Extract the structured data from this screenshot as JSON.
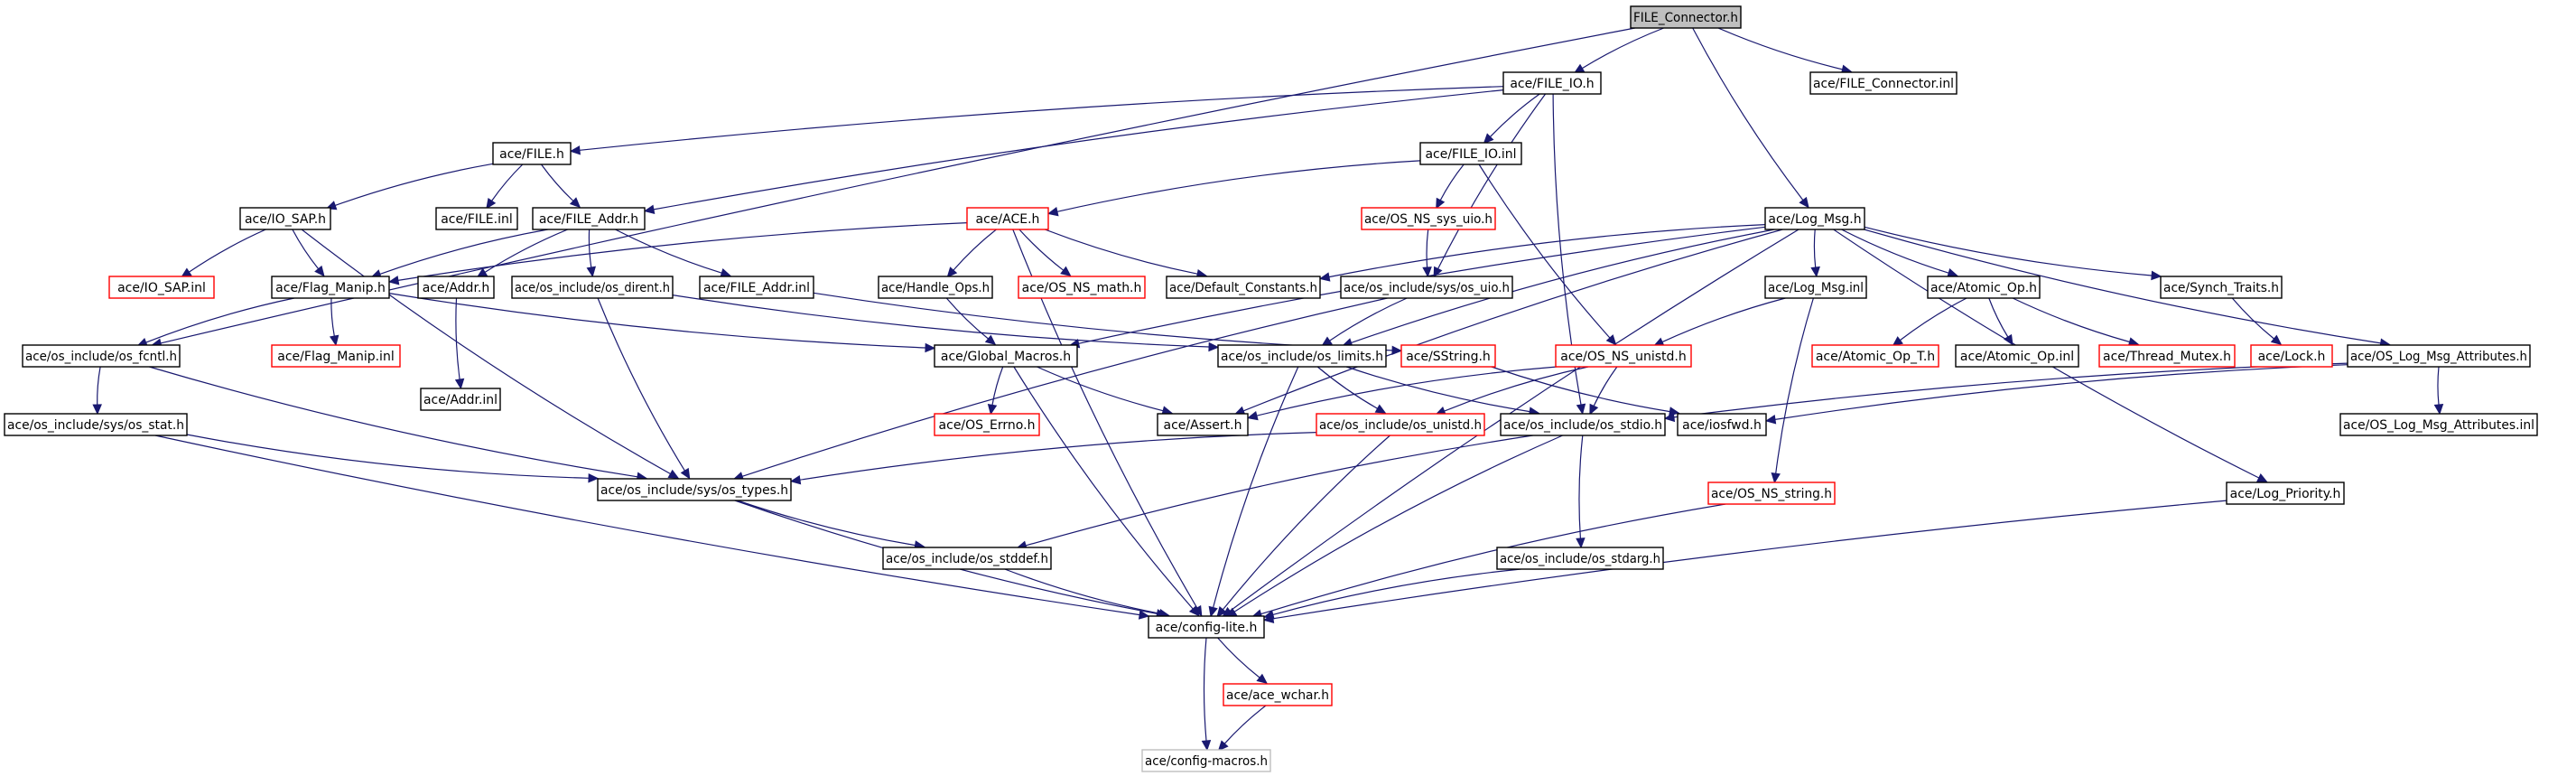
{
  "graph": {
    "root": "FILE_Connector.h",
    "nodes": [
      {
        "id": "n_root",
        "label": "FILE_Connector.h",
        "style": "root"
      },
      {
        "id": "n_file_io_h",
        "label": "ace/FILE_IO.h",
        "style": "black"
      },
      {
        "id": "n_file_connector_inl",
        "label": "ace/FILE_Connector.inl",
        "style": "black"
      },
      {
        "id": "n_file_h",
        "label": "ace/FILE.h",
        "style": "black"
      },
      {
        "id": "n_file_io_inl",
        "label": "ace/FILE_IO.inl",
        "style": "black"
      },
      {
        "id": "n_io_sap_h",
        "label": "ace/IO_SAP.h",
        "style": "black"
      },
      {
        "id": "n_file_inl",
        "label": "ace/FILE.inl",
        "style": "black"
      },
      {
        "id": "n_file_addr_h",
        "label": "ace/FILE_Addr.h",
        "style": "black"
      },
      {
        "id": "n_ace_h",
        "label": "ace/ACE.h",
        "style": "red"
      },
      {
        "id": "n_os_ns_sys_uio_h",
        "label": "ace/OS_NS_sys_uio.h",
        "style": "red"
      },
      {
        "id": "n_log_msg_h",
        "label": "ace/Log_Msg.h",
        "style": "black"
      },
      {
        "id": "n_io_sap_inl",
        "label": "ace/IO_SAP.inl",
        "style": "red"
      },
      {
        "id": "n_flag_manip_h",
        "label": "ace/Flag_Manip.h",
        "style": "black"
      },
      {
        "id": "n_addr_h",
        "label": "ace/Addr.h",
        "style": "black"
      },
      {
        "id": "n_os_dirent_h",
        "label": "ace/os_include/os_dirent.h",
        "style": "black"
      },
      {
        "id": "n_file_addr_inl",
        "label": "ace/FILE_Addr.inl",
        "style": "black"
      },
      {
        "id": "n_handle_ops_h",
        "label": "ace/Handle_Ops.h",
        "style": "black"
      },
      {
        "id": "n_os_ns_math_h",
        "label": "ace/OS_NS_math.h",
        "style": "red"
      },
      {
        "id": "n_default_constants_h",
        "label": "ace/Default_Constants.h",
        "style": "black"
      },
      {
        "id": "n_os_sys_uio_h",
        "label": "ace/os_include/sys/os_uio.h",
        "style": "black"
      },
      {
        "id": "n_log_msg_inl",
        "label": "ace/Log_Msg.inl",
        "style": "black"
      },
      {
        "id": "n_atomic_op_h",
        "label": "ace/Atomic_Op.h",
        "style": "black"
      },
      {
        "id": "n_synch_traits_h",
        "label": "ace/Synch_Traits.h",
        "style": "black"
      },
      {
        "id": "n_os_fcntl_h",
        "label": "ace/os_include/os_fcntl.h",
        "style": "black"
      },
      {
        "id": "n_flag_manip_inl",
        "label": "ace/Flag_Manip.inl",
        "style": "red"
      },
      {
        "id": "n_addr_inl",
        "label": "ace/Addr.inl",
        "style": "black"
      },
      {
        "id": "n_global_macros_h",
        "label": "ace/Global_Macros.h",
        "style": "black"
      },
      {
        "id": "n_os_limits_h",
        "label": "ace/os_include/os_limits.h",
        "style": "black"
      },
      {
        "id": "n_sstring_h",
        "label": "ace/SString.h",
        "style": "red"
      },
      {
        "id": "n_os_ns_unistd_h",
        "label": "ace/OS_NS_unistd.h",
        "style": "red"
      },
      {
        "id": "n_atomic_op_t_h",
        "label": "ace/Atomic_Op_T.h",
        "style": "red"
      },
      {
        "id": "n_atomic_op_inl",
        "label": "ace/Atomic_Op.inl",
        "style": "black"
      },
      {
        "id": "n_thread_mutex_h",
        "label": "ace/Thread_Mutex.h",
        "style": "red"
      },
      {
        "id": "n_lock_h",
        "label": "ace/Lock.h",
        "style": "red"
      },
      {
        "id": "n_os_log_msg_attributes_h",
        "label": "ace/OS_Log_Msg_Attributes.h",
        "style": "black"
      },
      {
        "id": "n_os_sys_stat_h",
        "label": "ace/os_include/sys/os_stat.h",
        "style": "black"
      },
      {
        "id": "n_os_errno_h",
        "label": "ace/OS_Errno.h",
        "style": "red"
      },
      {
        "id": "n_assert_h",
        "label": "ace/Assert.h",
        "style": "black"
      },
      {
        "id": "n_os_unistd_h",
        "label": "ace/os_include/os_unistd.h",
        "style": "red"
      },
      {
        "id": "n_os_stdio_h",
        "label": "ace/os_include/os_stdio.h",
        "style": "black"
      },
      {
        "id": "n_iosfwd_h",
        "label": "ace/iosfwd.h",
        "style": "black"
      },
      {
        "id": "n_os_log_msg_attributes_inl",
        "label": "ace/OS_Log_Msg_Attributes.inl",
        "style": "black"
      },
      {
        "id": "n_os_sys_types_h",
        "label": "ace/os_include/sys/os_types.h",
        "style": "black"
      },
      {
        "id": "n_os_ns_string_h",
        "label": "ace/OS_NS_string.h",
        "style": "red"
      },
      {
        "id": "n_log_priority_h",
        "label": "ace/Log_Priority.h",
        "style": "black"
      },
      {
        "id": "n_os_stddef_h",
        "label": "ace/os_include/os_stddef.h",
        "style": "black"
      },
      {
        "id": "n_os_stdarg_h",
        "label": "ace/os_include/os_stdarg.h",
        "style": "black"
      },
      {
        "id": "n_config_lite_h",
        "label": "ace/config-lite.h",
        "style": "black"
      },
      {
        "id": "n_ace_wchar_h",
        "label": "ace/ace_wchar.h",
        "style": "red"
      },
      {
        "id": "n_config_macros_h",
        "label": "ace/config-macros.h",
        "style": "gray"
      }
    ],
    "edges": [
      [
        "n_root",
        "n_file_io_h"
      ],
      [
        "n_root",
        "n_file_connector_inl"
      ],
      [
        "n_root",
        "n_os_fcntl_h"
      ],
      [
        "n_root",
        "n_log_msg_h"
      ],
      [
        "n_file_io_h",
        "n_file_h"
      ],
      [
        "n_file_io_h",
        "n_file_addr_h"
      ],
      [
        "n_file_io_h",
        "n_file_io_inl"
      ],
      [
        "n_file_io_h",
        "n_os_sys_uio_h"
      ],
      [
        "n_file_io_h",
        "n_os_stdio_h"
      ],
      [
        "n_file_h",
        "n_io_sap_h"
      ],
      [
        "n_file_h",
        "n_file_inl"
      ],
      [
        "n_file_h",
        "n_file_addr_h"
      ],
      [
        "n_file_io_inl",
        "n_ace_h"
      ],
      [
        "n_file_io_inl",
        "n_os_ns_sys_uio_h"
      ],
      [
        "n_file_io_inl",
        "n_os_ns_unistd_h"
      ],
      [
        "n_io_sap_h",
        "n_io_sap_inl"
      ],
      [
        "n_io_sap_h",
        "n_flag_manip_h"
      ],
      [
        "n_io_sap_h",
        "n_os_sys_types_h"
      ],
      [
        "n_file_addr_h",
        "n_flag_manip_h"
      ],
      [
        "n_file_addr_h",
        "n_addr_h"
      ],
      [
        "n_file_addr_h",
        "n_os_dirent_h"
      ],
      [
        "n_file_addr_h",
        "n_file_addr_inl"
      ],
      [
        "n_ace_h",
        "n_flag_manip_h"
      ],
      [
        "n_ace_h",
        "n_handle_ops_h"
      ],
      [
        "n_ace_h",
        "n_os_ns_math_h"
      ],
      [
        "n_ace_h",
        "n_default_constants_h"
      ],
      [
        "n_ace_h",
        "n_config_lite_h"
      ],
      [
        "n_os_ns_sys_uio_h",
        "n_os_sys_uio_h"
      ],
      [
        "n_log_msg_h",
        "n_default_constants_h"
      ],
      [
        "n_log_msg_h",
        "n_log_msg_inl"
      ],
      [
        "n_log_msg_h",
        "n_atomic_op_h"
      ],
      [
        "n_log_msg_h",
        "n_synch_traits_h"
      ],
      [
        "n_log_msg_h",
        "n_os_log_msg_attributes_h"
      ],
      [
        "n_log_msg_h",
        "n_global_macros_h"
      ],
      [
        "n_log_msg_h",
        "n_os_limits_h"
      ],
      [
        "n_log_msg_h",
        "n_assert_h"
      ],
      [
        "n_log_msg_h",
        "n_config_lite_h"
      ],
      [
        "n_log_msg_h",
        "n_log_priority_h"
      ],
      [
        "n_flag_manip_h",
        "n_os_fcntl_h"
      ],
      [
        "n_flag_manip_h",
        "n_flag_manip_inl"
      ],
      [
        "n_flag_manip_h",
        "n_global_macros_h"
      ],
      [
        "n_addr_h",
        "n_addr_inl"
      ],
      [
        "n_os_dirent_h",
        "n_os_sys_types_h"
      ],
      [
        "n_os_dirent_h",
        "n_os_limits_h"
      ],
      [
        "n_file_addr_inl",
        "n_sstring_h"
      ],
      [
        "n_handle_ops_h",
        "n_global_macros_h"
      ],
      [
        "n_os_sys_uio_h",
        "n_os_limits_h"
      ],
      [
        "n_os_sys_uio_h",
        "n_os_sys_types_h"
      ],
      [
        "n_log_msg_inl",
        "n_os_ns_unistd_h"
      ],
      [
        "n_log_msg_inl",
        "n_os_ns_string_h"
      ],
      [
        "n_atomic_op_h",
        "n_atomic_op_t_h"
      ],
      [
        "n_atomic_op_h",
        "n_atomic_op_inl"
      ],
      [
        "n_atomic_op_h",
        "n_thread_mutex_h"
      ],
      [
        "n_synch_traits_h",
        "n_lock_h"
      ],
      [
        "n_os_log_msg_attributes_h",
        "n_os_log_msg_attributes_inl"
      ],
      [
        "n_os_log_msg_attributes_h",
        "n_iosfwd_h"
      ],
      [
        "n_os_log_msg_attributes_h",
        "n_os_stdio_h"
      ],
      [
        "n_os_fcntl_h",
        "n_os_sys_stat_h"
      ],
      [
        "n_os_fcntl_h",
        "n_os_sys_types_h"
      ],
      [
        "n_global_macros_h",
        "n_os_errno_h"
      ],
      [
        "n_global_macros_h",
        "n_assert_h"
      ],
      [
        "n_global_macros_h",
        "n_config_lite_h"
      ],
      [
        "n_os_limits_h",
        "n_os_unistd_h"
      ],
      [
        "n_os_limits_h",
        "n_os_stdio_h"
      ],
      [
        "n_os_limits_h",
        "n_config_lite_h"
      ],
      [
        "n_sstring_h",
        "n_iosfwd_h"
      ],
      [
        "n_os_ns_unistd_h",
        "n_os_unistd_h"
      ],
      [
        "n_os_ns_unistd_h",
        "n_os_stdio_h"
      ],
      [
        "n_os_ns_unistd_h",
        "n_assert_h"
      ],
      [
        "n_os_sys_stat_h",
        "n_os_sys_types_h"
      ],
      [
        "n_os_sys_stat_h",
        "n_config_lite_h"
      ],
      [
        "n_os_unistd_h",
        "n_os_sys_types_h"
      ],
      [
        "n_os_unistd_h",
        "n_config_lite_h"
      ],
      [
        "n_os_stdio_h",
        "n_os_stddef_h"
      ],
      [
        "n_os_stdio_h",
        "n_os_stdarg_h"
      ],
      [
        "n_os_stdio_h",
        "n_config_lite_h"
      ],
      [
        "n_os_sys_types_h",
        "n_os_stddef_h"
      ],
      [
        "n_os_sys_types_h",
        "n_config_lite_h"
      ],
      [
        "n_os_ns_string_h",
        "n_config_lite_h"
      ],
      [
        "n_log_priority_h",
        "n_config_lite_h"
      ],
      [
        "n_os_stddef_h",
        "n_config_lite_h"
      ],
      [
        "n_os_stdarg_h",
        "n_config_lite_h"
      ],
      [
        "n_config_lite_h",
        "n_ace_wchar_h"
      ],
      [
        "n_config_lite_h",
        "n_config_macros_h"
      ],
      [
        "n_ace_wchar_h",
        "n_config_macros_h"
      ]
    ],
    "colors": {
      "edge": "#191970",
      "node_border_black": "#000000",
      "node_border_red": "#ff0000",
      "node_border_gray": "#bfbfbf",
      "root_fill": "#bfbfbf"
    }
  }
}
